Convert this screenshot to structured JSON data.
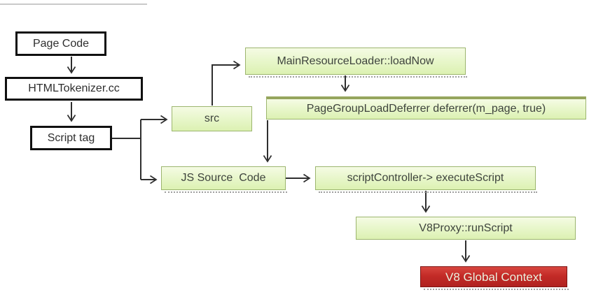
{
  "diagram": {
    "description": "Flowchart of script loading and execution from page code to V8 global context",
    "nodes": {
      "page_code": {
        "label": "Page Code",
        "style": "plain-white"
      },
      "html_tokenizer": {
        "label": "HTMLTokenizer.cc",
        "style": "plain-white"
      },
      "script_tag": {
        "label": "Script tag",
        "style": "plain-white"
      },
      "src": {
        "label": "src",
        "style": "green"
      },
      "main_resource_loader": {
        "label": "MainResourceLoader::loadNow",
        "style": "green"
      },
      "page_group_load_deferrer": {
        "label": "PageGroupLoadDeferrer deferrer(m_page, true)",
        "style": "green"
      },
      "js_source_code": {
        "label": "JS Source  Code",
        "style": "green"
      },
      "script_controller": {
        "label": "scriptController-> executeScript",
        "style": "green"
      },
      "v8_proxy": {
        "label": "V8Proxy::runScript",
        "style": "green"
      },
      "v8_global_context": {
        "label": "V8 Global Context",
        "style": "red"
      }
    },
    "edges": [
      {
        "from": "page_code",
        "to": "html_tokenizer"
      },
      {
        "from": "html_tokenizer",
        "to": "script_tag"
      },
      {
        "from": "script_tag",
        "to": "src"
      },
      {
        "from": "script_tag",
        "to": "js_source_code"
      },
      {
        "from": "src",
        "to": "main_resource_loader"
      },
      {
        "from": "main_resource_loader",
        "to": "page_group_load_deferrer"
      },
      {
        "from": "page_group_load_deferrer",
        "to": "js_source_code"
      },
      {
        "from": "js_source_code",
        "to": "script_controller"
      },
      {
        "from": "script_controller",
        "to": "v8_proxy"
      },
      {
        "from": "v8_proxy",
        "to": "v8_global_context"
      }
    ],
    "colors": {
      "green_box_fill_top": "#f5fbe4",
      "green_box_fill_bottom": "#dcf1b2",
      "green_box_border": "#9cb56e",
      "green_box_text": "#3e433d",
      "red_box_fill": "#c32b27",
      "red_box_text": "#e9f1df",
      "plain_box_border": "#101010",
      "connector": "#2e2e2e"
    }
  }
}
